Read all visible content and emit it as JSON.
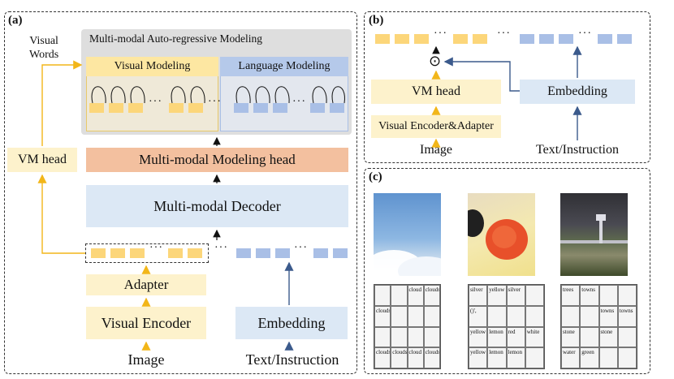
{
  "panel_a": {
    "label": "(a)",
    "visual_words": "Visual\nWords",
    "mm_ar_title": "Multi-modal Auto-regressive Modeling",
    "visual_modeling": "Visual Modeling",
    "language_modeling": "Language Modeling",
    "mm_head": "Multi-modal Modeling head",
    "mm_decoder": "Multi-modal Decoder",
    "vm_head": "VM head",
    "adapter": "Adapter",
    "visual_encoder": "Visual Encoder",
    "embedding": "Embedding",
    "image": "Image",
    "text_instruction": "Text/Instruction"
  },
  "panel_b": {
    "label": "(b)",
    "vm_head": "VM head",
    "encoder_adapter": "Visual Encoder&Adapter",
    "image": "Image",
    "embedding": "Embedding",
    "text_instruction": "Text/Instruction",
    "odot": "⊙"
  },
  "panel_c": {
    "label": "(c)",
    "grids": [
      [
        [
          "",
          "",
          "cloud",
          "clouds"
        ],
        [
          "clouds",
          "",
          "",
          ""
        ],
        [
          "",
          "",
          "",
          ""
        ],
        [
          "clouds",
          "clouds",
          "cloud",
          "clouds"
        ]
      ],
      [
        [
          "silver",
          "yellow",
          "silver",
          ""
        ],
        [
          "()',",
          "",
          "",
          ""
        ],
        [
          "yellow",
          "lemon",
          "red",
          "white"
        ],
        [
          "yellow",
          "lemon",
          "lemon",
          ""
        ]
      ],
      [
        [
          "trees",
          "towns",
          "",
          ""
        ],
        [
          "",
          "",
          "towns",
          "towns"
        ],
        [
          "stone",
          "",
          "stone",
          ""
        ],
        [
          "water",
          "green",
          "",
          ""
        ]
      ]
    ]
  },
  "colors": {
    "yellow_token": "#fcd67a",
    "blue_token": "#a9bfe6",
    "yellow_arrow": "#f2b619",
    "blue_arrow": "#3b5a8c"
  }
}
